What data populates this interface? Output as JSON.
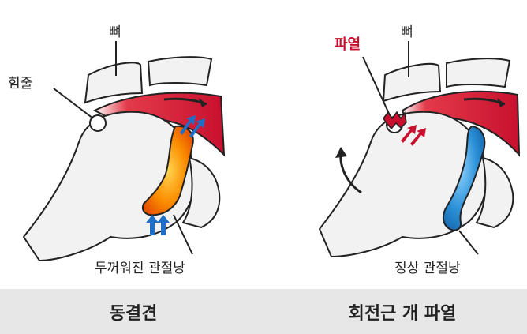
{
  "left_panel": {
    "bone_label": "뼈",
    "tendon_label": "힘줄",
    "capsule_label": "두꺼워진 관절낭",
    "caption": "동결견"
  },
  "right_panel": {
    "bone_label": "뼈",
    "tear_label": "파열",
    "capsule_label": "정상 관절낭",
    "caption": "회전근 개 파열"
  },
  "colors": {
    "bone_fill": "#f2f2f2",
    "outline": "#222222",
    "tendon_red": "#c8102e",
    "capsule_orange": "#f57f17",
    "capsule_blue": "#2a8fd6",
    "arrow_blue": "#1f6fc7",
    "arrow_red": "#c8102e",
    "caption_bg": "#e7e7e7"
  }
}
